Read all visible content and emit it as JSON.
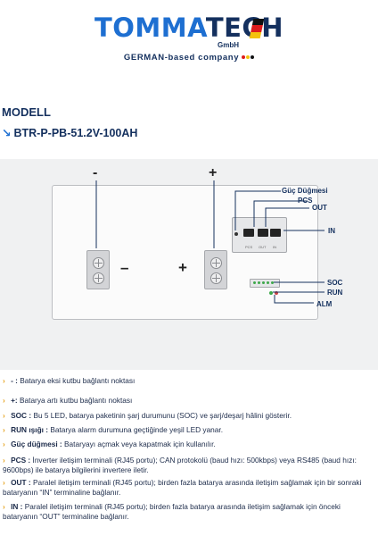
{
  "logo": {
    "word_part1": "TOMMA",
    "word_part2": "TECH",
    "gmbh": "GmbH",
    "tagline": "GERMAN-based company",
    "flag_colors": [
      "#111111",
      "#dd1c1c",
      "#f4c20d"
    ],
    "dot_colors": [
      "#dd1c1c",
      "#f4c20d",
      "#111111"
    ]
  },
  "heading": {
    "section_label": "MODELL",
    "arrow_icon": "↘",
    "model": "BTR-P-PB-51.2V-100AH"
  },
  "diagram": {
    "minus_label": "-",
    "plus_label": "+",
    "minus_terminal_sign": "–",
    "plus_terminal_sign": "+",
    "callouts": {
      "power_button": "Güç Düğmesi",
      "pcs": "PCS",
      "out": "OUT",
      "in": "IN",
      "soc": "SOC",
      "run": "RUN",
      "alm": "ALM"
    },
    "port_marks": [
      "PCS",
      "OUT",
      "IN"
    ]
  },
  "legend": [
    {
      "term": " - : ",
      "text": "Batarya eksi kutbu bağlantı noktası"
    },
    {
      "term": " +: ",
      "text": "Batarya artı kutbu bağlantı noktası"
    },
    {
      "term": " SOC : ",
      "text": "Bu 5 LED, batarya paketinin şarj durumunu (SOC) ve şarj/deşarj hâlini gösterir."
    },
    {
      "term": " RUN ışığı : ",
      "text": "Batarya alarm durumuna geçtiğinde yeşil LED yanar."
    },
    {
      "term": " Güç düğmesi : ",
      "text": "Bataryayı açmak veya kapatmak için kullanılır."
    },
    {
      "term": " PCS : ",
      "text": "İnverter iletişim terminali (RJ45 portu); CAN protokolü (baud hızı: 500kbps) veya RS485 (baud hızı: 9600bps) ile batarya bilgilerini invertere iletir."
    },
    {
      "term": " OUT : ",
      "text": "Paralel iletişim terminali (RJ45 portu); birden fazla batarya arasında iletişim sağlamak için bir sonraki bataryanın “IN” terminaline bağlanır."
    },
    {
      "term": " IN : ",
      "text": "Paralel iletişim terminali (RJ45 portu); birden fazla batarya arasında iletişim sağlamak için önceki bataryanın “OUT” terminaline bağlanır."
    }
  ],
  "colors": {
    "navy": "#14305e",
    "brand_blue": "#1e6fd1",
    "accent_orange": "#e6a21d",
    "led_green": "#3da84a"
  }
}
